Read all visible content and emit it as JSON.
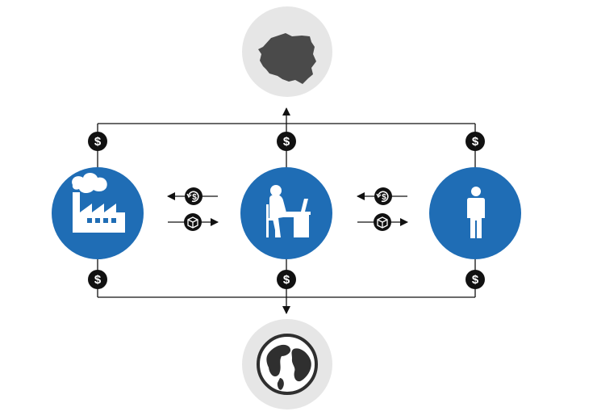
{
  "colors": {
    "node_fill": "#1f6db5",
    "context_fill": "#e6e6e6",
    "poland_fill": "#4a4a4a",
    "globe_fill": "#2f2f2f",
    "line": "#111111",
    "badge_fill": "#111111",
    "badge_text": "#ffffff",
    "icon_fill": "#ffffff"
  },
  "badges": {
    "money_symbol": "$"
  },
  "nodes": {
    "top": {
      "icon": "poland-map-icon"
    },
    "bottom": {
      "icon": "globe-icon"
    },
    "left": {
      "icon": "factory-icon"
    },
    "center": {
      "icon": "person-at-desk-icon"
    },
    "right": {
      "icon": "person-icon"
    }
  },
  "flows": [
    {
      "from": "center",
      "to": "left",
      "icon": "money-back-icon"
    },
    {
      "from": "left",
      "to": "center",
      "icon": "package-icon"
    },
    {
      "from": "right",
      "to": "center",
      "icon": "money-back-icon"
    },
    {
      "from": "center",
      "to": "right",
      "icon": "package-icon"
    }
  ]
}
